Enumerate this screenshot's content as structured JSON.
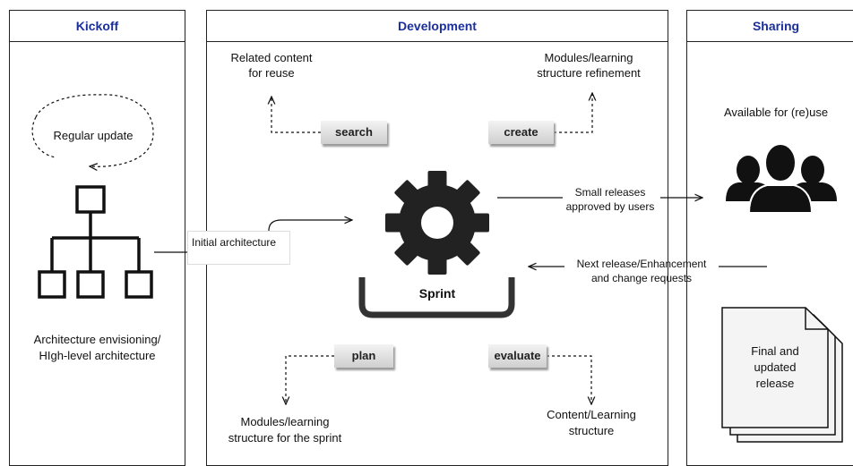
{
  "panels": {
    "kickoff": {
      "title": "Kickoff"
    },
    "development": {
      "title": "Development"
    },
    "sharing": {
      "title": "Sharing"
    }
  },
  "kickoff": {
    "regular_update": "Regular update",
    "caption_line1": "Architecture envisioning/",
    "caption_line2": "HIgh-level architecture"
  },
  "flows": {
    "initial_architecture": "Initial architecture",
    "small_releases_line1": "Small releases",
    "small_releases_line2": "approved by users",
    "next_release_line1": "Next release/Enhancement",
    "next_release_line2": "and change requests"
  },
  "development": {
    "sprint_label": "Sprint",
    "search": {
      "label": "search",
      "result_line1": "Related content",
      "result_line2": "for reuse"
    },
    "create": {
      "label": "create",
      "result_line1": "Modules/learning",
      "result_line2": "structure refinement"
    },
    "plan": {
      "label": "plan",
      "result_line1": "Modules/learning",
      "result_line2": "structure for the sprint"
    },
    "evaluate": {
      "label": "evaluate",
      "result_line1": "Content/Learning",
      "result_line2": "structure"
    }
  },
  "sharing": {
    "available": "Available for (re)use",
    "release_line1": "Final and",
    "release_line2": "updated",
    "release_line3": "release"
  },
  "colors": {
    "title_blue": "#1a2f9b",
    "icon_dark": "#222222"
  },
  "icons": [
    "hierarchy-icon",
    "gear-icon",
    "users-icon",
    "documents-icon"
  ]
}
